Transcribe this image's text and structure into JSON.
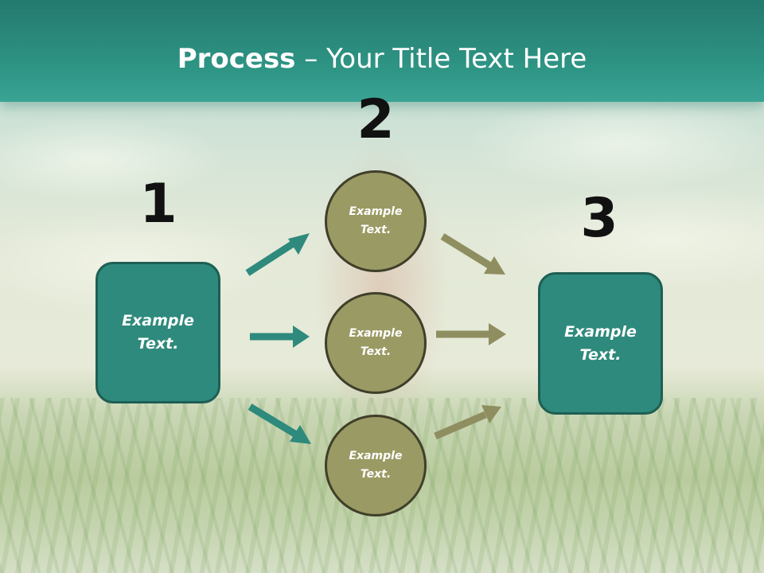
{
  "title": {
    "bold": "Process",
    "rest": " – Your Title Text Here"
  },
  "steps": [
    {
      "number": "1",
      "label": "Example Text."
    },
    {
      "number": "2",
      "items": [
        {
          "label": "Example Text."
        },
        {
          "label": "Example Text."
        },
        {
          "label": "Example Text."
        }
      ]
    },
    {
      "number": "3",
      "label": "Example Text."
    }
  ],
  "colors": {
    "header": "#2f9686",
    "box_fill": "#2e8a7c",
    "box_border": "#1e5e54",
    "circle_fill": "#9a9a64",
    "circle_border": "#3f3f2a",
    "arrow_left": "#2e8a7c",
    "arrow_right": "#8e8e60"
  }
}
